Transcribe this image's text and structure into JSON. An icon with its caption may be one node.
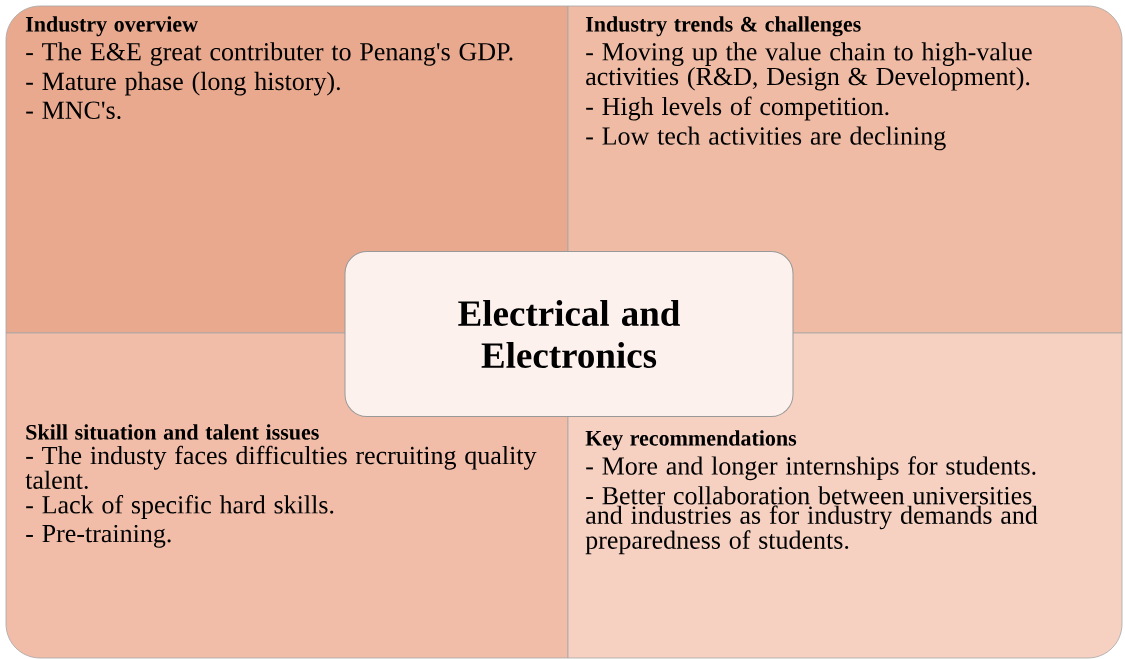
{
  "diagram": {
    "nodes": [
      {
        "text": [
          "Industry overview",
          "- The E&E great contributer to Penang's GDP.",
          "- Mature phase (long history).",
          "- MNC's."
        ]
      },
      {
        "text": [
          "Industry trends & challenges",
          "- Moving up the value chain to high-value activities (R&D, Design & Development).",
          "- High levels of competition.",
          "- Low tech activities are declining"
        ]
      },
      {
        "text": [
          "Skill situation and talent issues",
          "- The industy faces difficulties recruiting quality talent.",
          "- Lack of specific hard skills.",
          "- Pre-training."
        ]
      },
      {
        "text": [
          "Key recommendations",
          "- More and longer internships for students.",
          "- Better collaboration between universities and industries as for industry demands and preparedness of students."
        ]
      },
      {
        "text": [
          "Electrical and Electronics"
        ]
      }
    ]
  }
}
